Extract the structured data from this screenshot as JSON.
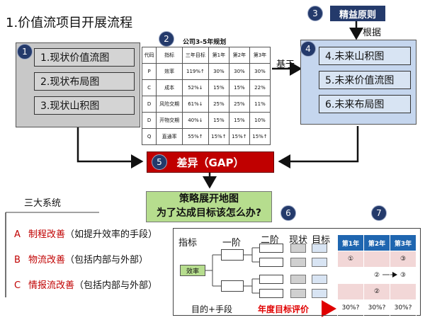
{
  "title": "1.价值流项目开展流程",
  "badges": [
    "1",
    "2",
    "3",
    "4",
    "5",
    "6",
    "7"
  ],
  "current_state": [
    "1.现状价值流图",
    "2.现状布局图",
    "3.现状山积图"
  ],
  "future_state": [
    "4.未来山积图",
    "5.未来价值流图",
    "6.未来布局图"
  ],
  "lean_principles": "精益原则",
  "basis_label": "根据",
  "based_on_label": "基于",
  "plan": {
    "title": "公司3-5年规划",
    "header": [
      "代码",
      "指标",
      "三年目标",
      "第1年",
      "第2年",
      "第3年"
    ],
    "rows": [
      [
        "P",
        "效率",
        "119%↑",
        "30%",
        "30%",
        "30%"
      ],
      [
        "C",
        "成本",
        "52%↓",
        "15%",
        "15%",
        "22%"
      ],
      [
        "D",
        "风险交期",
        "61%↓",
        "25%",
        "25%",
        "11%"
      ],
      [
        "D",
        "开物交期",
        "40%↓",
        "15%",
        "15%",
        "10%"
      ],
      [
        "Q",
        "直通率",
        "55%↑",
        "15%↑",
        "15%↑",
        "15%↑"
      ]
    ]
  },
  "gap": "差异（GAP）",
  "strategy_line1": "策略展开地图",
  "strategy_line2": "为了达成目标该怎么办?",
  "systems": {
    "title": "三大系统",
    "items": [
      {
        "letter": "A",
        "name": "制程改善",
        "desc": "（如提升效率的手段）"
      },
      {
        "letter": "B",
        "name": "物流改善",
        "desc": "（包括内部与外部）"
      },
      {
        "letter": "C",
        "name": "情报流改善",
        "desc": "（包括内部与外部）"
      }
    ]
  },
  "tree": {
    "indicator": "指标",
    "level1": "一阶",
    "level2": "二阶",
    "current": "现状",
    "target": "目标",
    "efficiency": "效率",
    "means": "目的+手段",
    "annual_eval": "年度目标评价"
  },
  "year_table": {
    "header": [
      "第1年",
      "第2年",
      "第3年"
    ],
    "rows": [
      [
        "①",
        "",
        "③"
      ],
      [
        "",
        "②",
        "③"
      ],
      [
        "",
        "②",
        ""
      ],
      [
        "30%?",
        "30%?",
        "30%?"
      ]
    ]
  },
  "colors": {
    "navy": "#243a6b",
    "red": "#c00000",
    "green": "#b6dd8e",
    "blue_panel": "#c5d6ee",
    "gray_panel": "#c8c8c8",
    "table_blue": "#1f66b0"
  }
}
